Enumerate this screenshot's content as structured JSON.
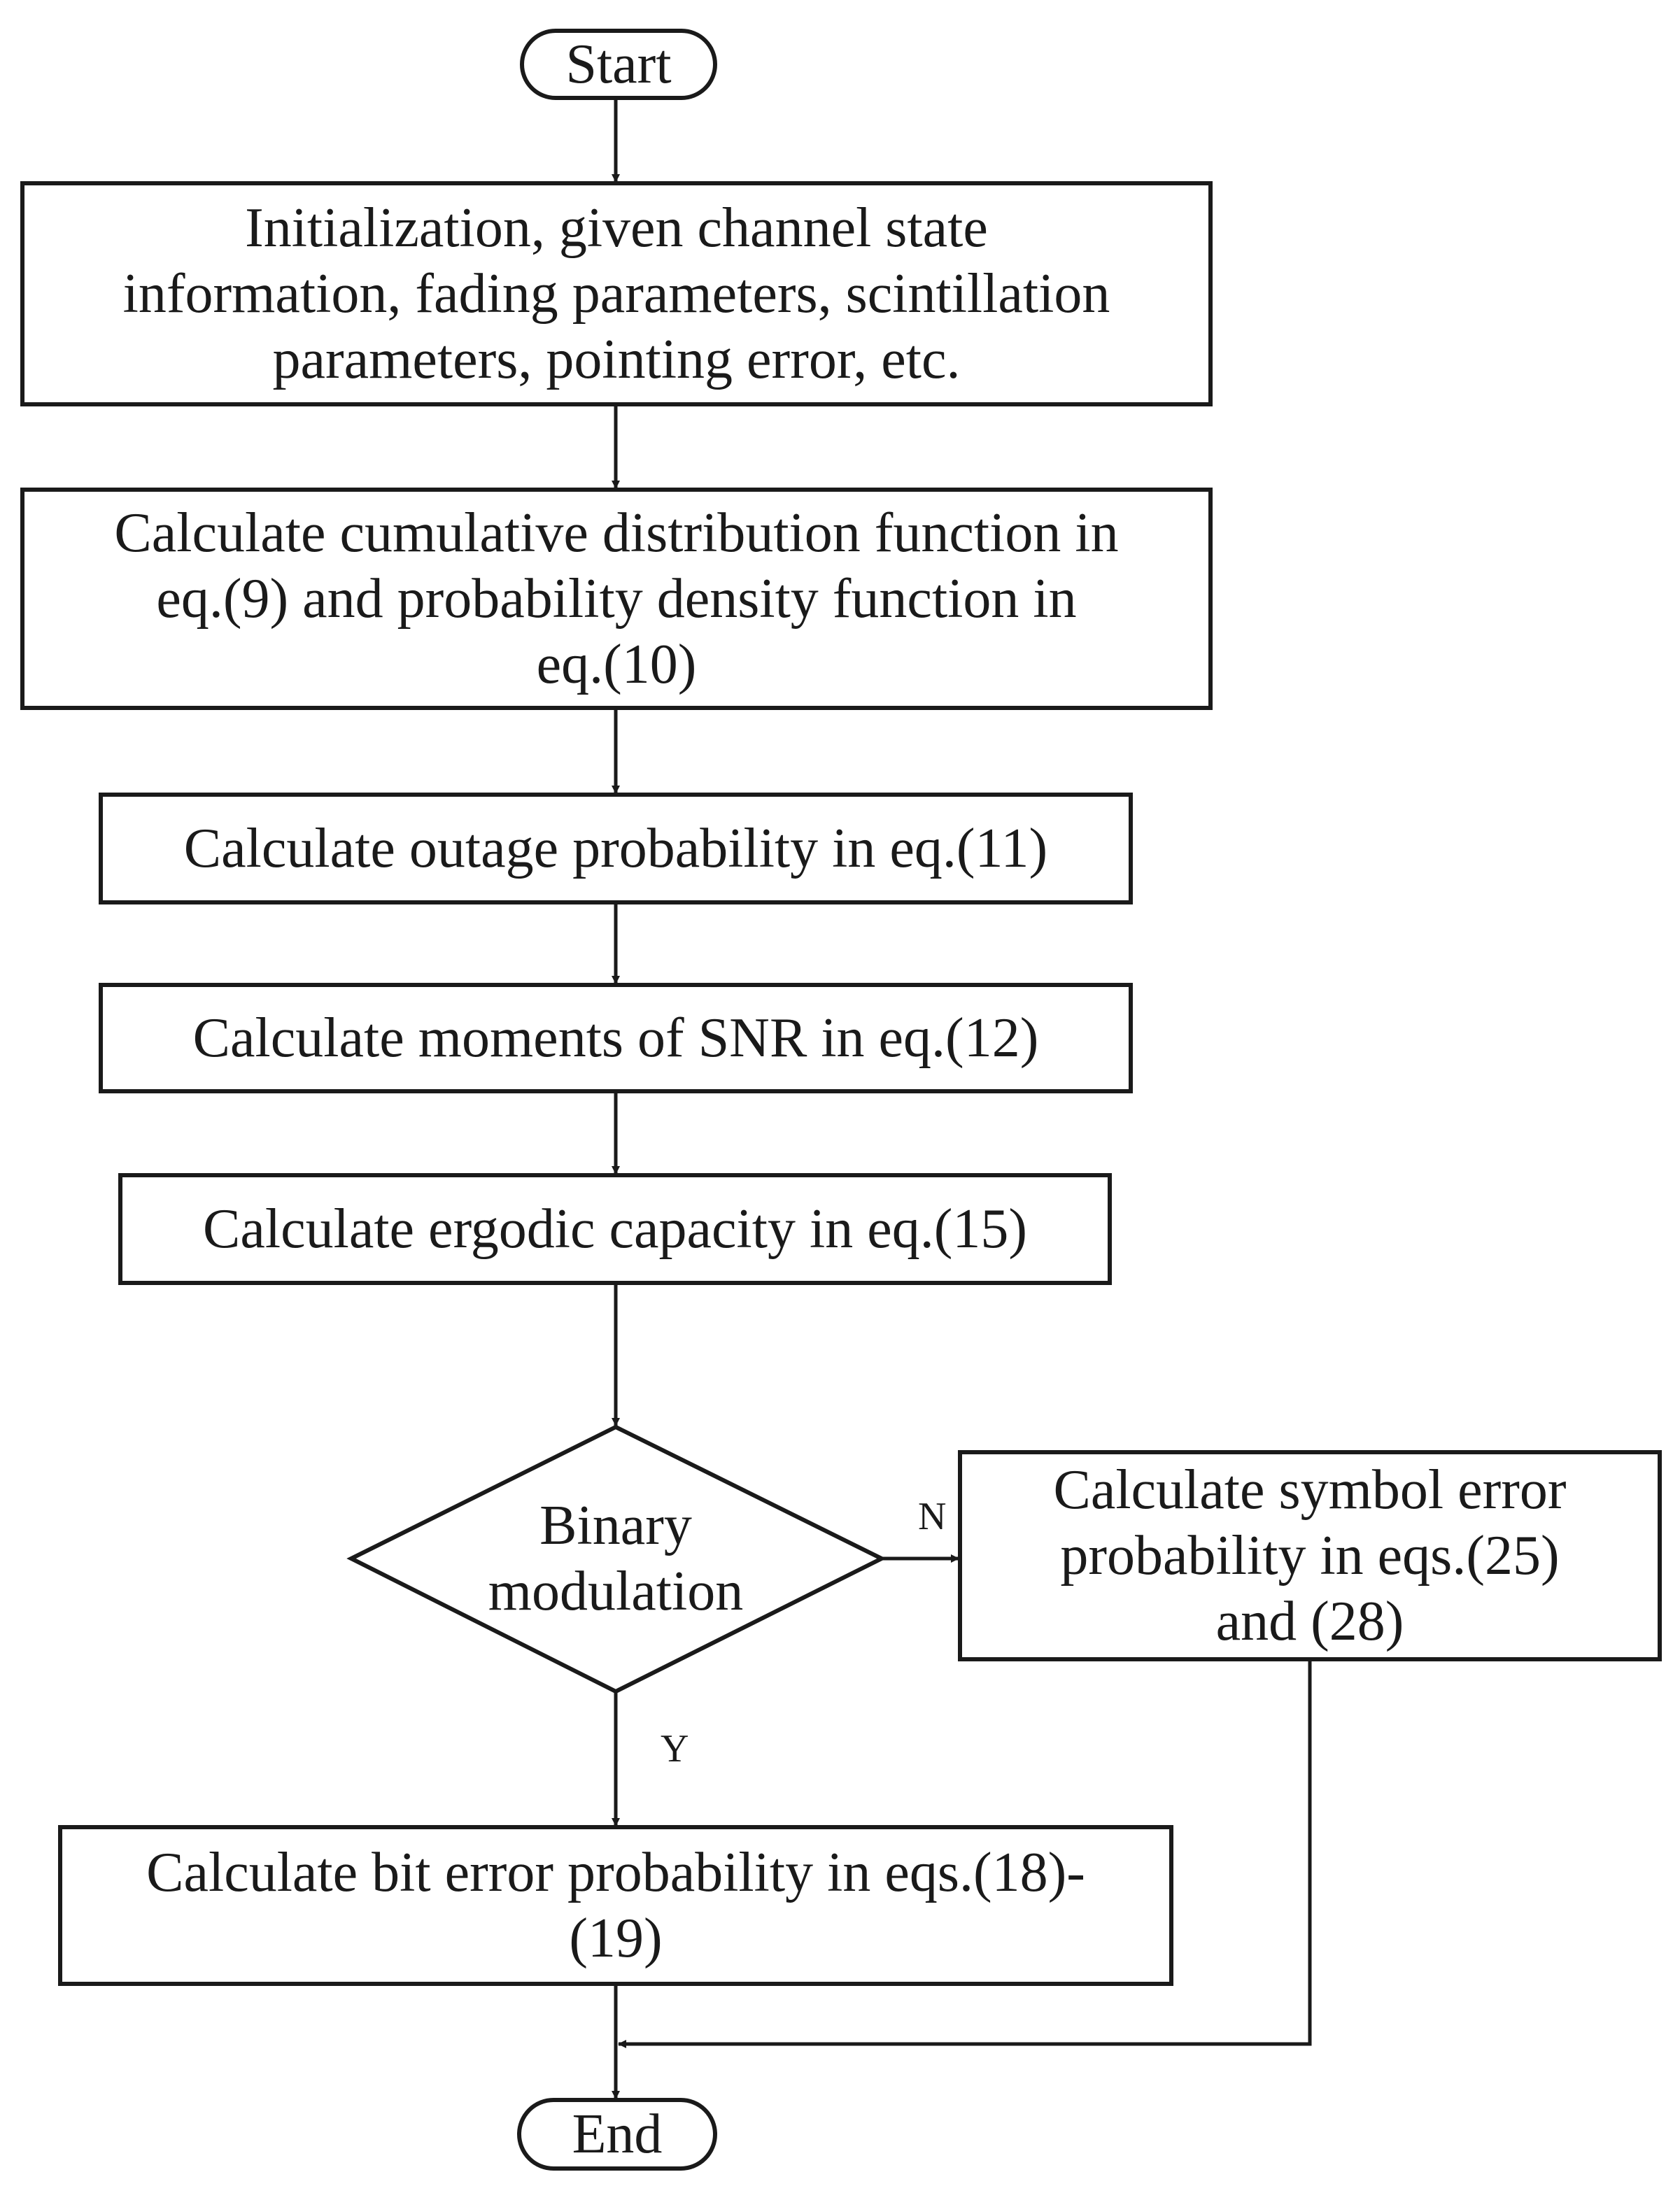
{
  "nodes": {
    "start": "Start",
    "init": "Initialization, given channel state\ninformation, fading parameters, scintillation\nparameters, pointing error, etc.",
    "cdf_pdf": "Calculate cumulative distribution function in\neq.(9) and  probability density function in\neq.(10)",
    "outage": "Calculate outage probability in eq.(11)",
    "moments": "Calculate moments of SNR in eq.(12)",
    "capacity": "Calculate ergodic capacity in eq.(15)",
    "decision": "Binary\nmodulation",
    "ser": "Calculate symbol error\nprobability in eqs.(25)\nand (28)",
    "ber": "Calculate bit error probability in eqs.(18)-\n(19)",
    "end": "End"
  },
  "edge_labels": {
    "no": "N",
    "yes": "Y"
  }
}
